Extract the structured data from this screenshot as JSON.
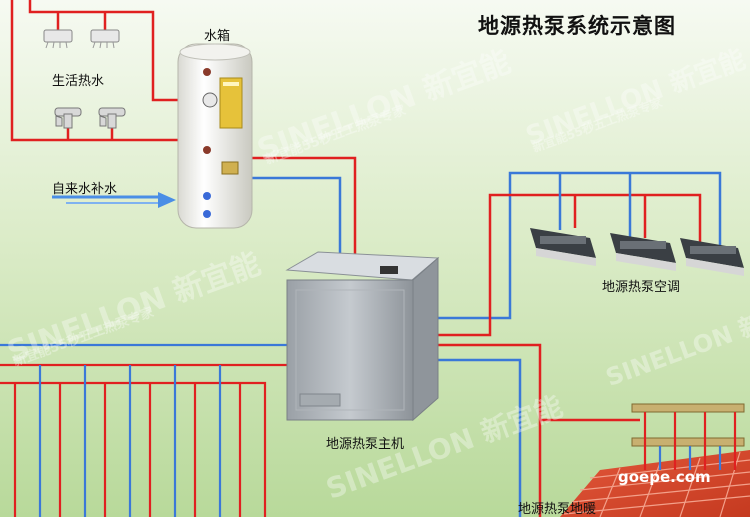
{
  "title": "地源热泵系统示意图",
  "labels": {
    "hot_water": "生活热水",
    "tank": "水箱",
    "tap_water": "自来水补水",
    "ac": "地源热泵空调",
    "main_unit": "地源热泵主机",
    "floor_heating": "地源热泵地暖"
  },
  "watermarks": {
    "brand": "SINELLON 新宜能",
    "slogan": "新宜能55秒五工热泵专家"
  },
  "corner_text": "goepe.com",
  "colors": {
    "hot_pipe": "#e02020",
    "cold_pipe": "#3a78d8",
    "background": "#c9e3b0"
  }
}
